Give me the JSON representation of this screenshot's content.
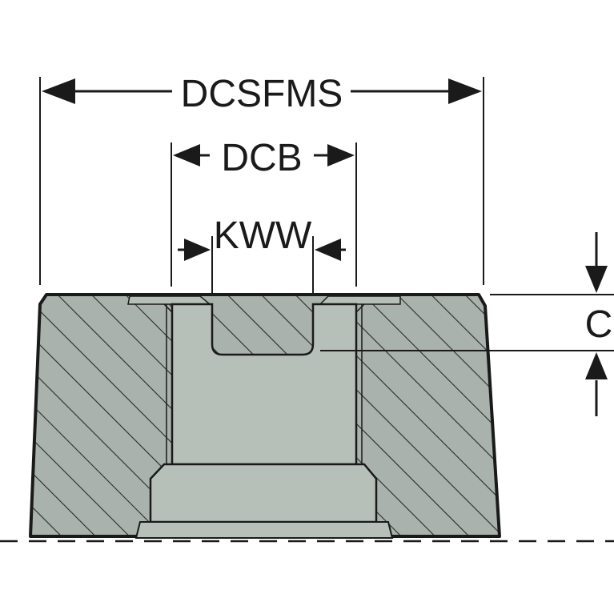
{
  "dimensions": {
    "dcsfms": "DCSFMS",
    "dcb": "DCB",
    "kww": "KWW",
    "c": "C"
  },
  "colors": {
    "section_fill": "#a9b2ac",
    "bore_fill": "#b7bfb9",
    "hatch": "#2b2b2b",
    "outline": "#1a1a1a"
  }
}
